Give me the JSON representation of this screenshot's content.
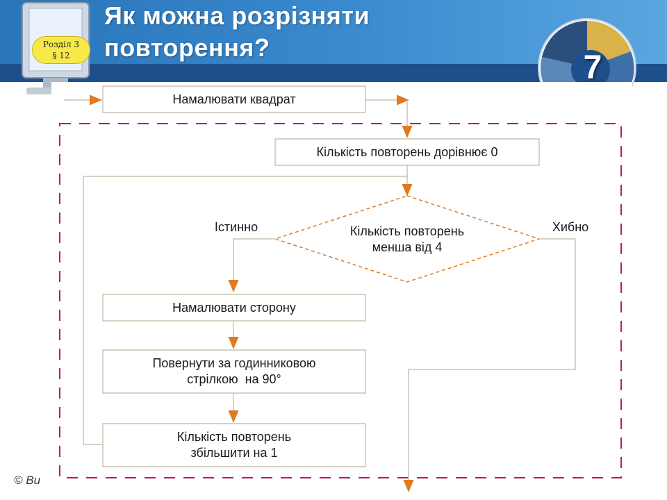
{
  "slide": {
    "title_line1": "Як можна розрізняти",
    "title_line2": "повторення?",
    "badge_line1": "Розділ 3",
    "badge_line2": "§ 12",
    "grade": "7",
    "footer": "© Ви"
  },
  "flowchart": {
    "draw_square": "Намалювати квадрат",
    "init_counter": "Кількість повторень дорівнює 0",
    "condition_line1": "Кількість повторень",
    "condition_line2": "менша від 4",
    "true_label": "Істинно",
    "false_label": "Хибно",
    "draw_side": "Намалювати сторону",
    "turn_line1": "Повернути за годинниковою",
    "turn_line2": "стрілкою  на 90°",
    "increment_line1": "Кількість повторень",
    "increment_line2": "збільшити на 1"
  },
  "colors": {
    "header_blue": "#2a74b8",
    "dark_blue": "#1c4f8c",
    "badge_yellow": "#f7e94a",
    "dash_magenta": "#c0185f",
    "arrow_orange": "#e07a1f",
    "box_border": "#c8c4b0"
  }
}
